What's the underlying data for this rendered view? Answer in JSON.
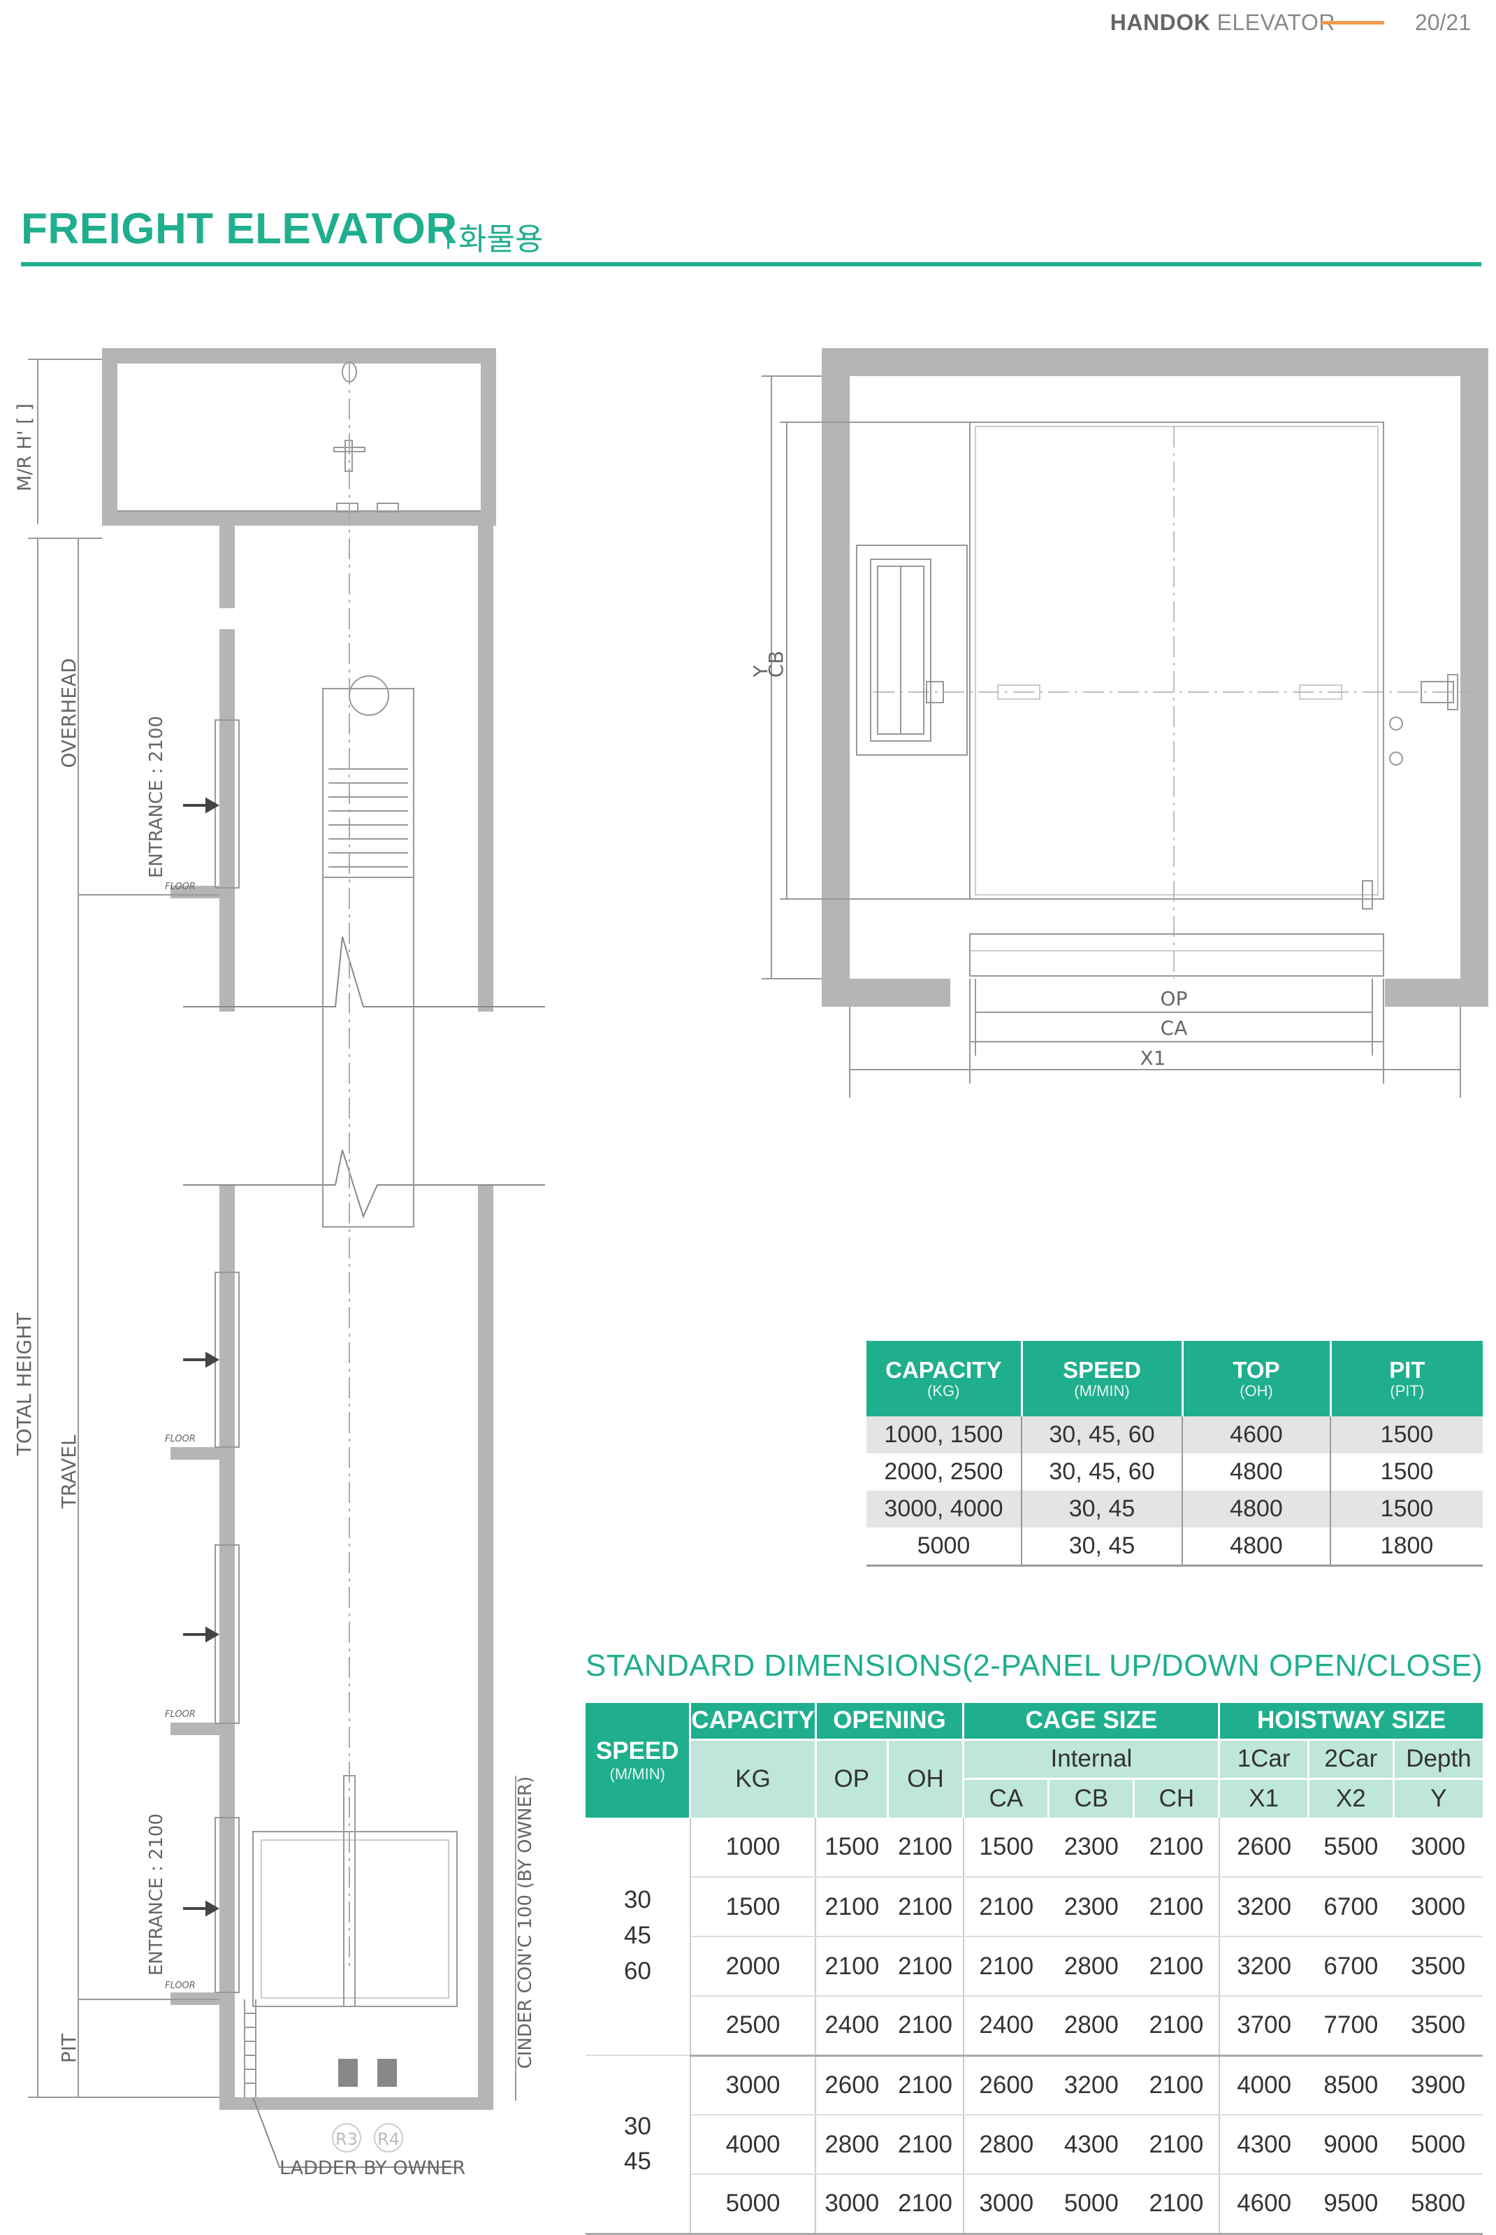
{
  "header": {
    "brand_bold": "HANDOK",
    "brand_light": "ELEVATOR",
    "page": "20/21"
  },
  "title": {
    "main": "FREIGHT ELEVATOR",
    "korean": "화물용"
  },
  "section_drawing": {
    "labels": {
      "mr_h": "M/R H' [    ]",
      "overhead": "OVERHEAD",
      "entrance_top": "ENTRANCE : 2100",
      "entrance_bottom": "ENTRANCE : 2100",
      "total_height": "TOTAL HEIGHT",
      "travel": "TRAVEL",
      "pit": "PIT",
      "floor": "FLOOR",
      "cinder": "CINDER CON'C 100 (BY OWNER)",
      "r3": "R3",
      "r4": "R4",
      "ladder": "LADDER BY OWNER"
    }
  },
  "plan_drawing": {
    "labels": {
      "y": "Y",
      "cb": "CB",
      "op": "OP",
      "ca": "CA",
      "x1": "X1"
    }
  },
  "speed_table": {
    "headers": [
      {
        "label": "CAPACITY",
        "sub": "(KG)"
      },
      {
        "label": "SPEED",
        "sub": "(M/MIN)"
      },
      {
        "label": "TOP",
        "sub": "(OH)"
      },
      {
        "label": "PIT",
        "sub": "(PIT)"
      }
    ],
    "rows": [
      [
        "1000, 1500",
        "30, 45, 60",
        "4600",
        "1500"
      ],
      [
        "2000, 2500",
        "30, 45, 60",
        "4800",
        "1500"
      ],
      [
        "3000, 4000",
        "30, 45",
        "4800",
        "1500"
      ],
      [
        "5000",
        "30, 45",
        "4800",
        "1800"
      ]
    ]
  },
  "std_table": {
    "title": "STANDARD DIMENSIONS(2-PANEL UP/DOWN OPEN/CLOSE)",
    "speed_header": {
      "label": "SPEED",
      "sub": "(M/MIN)"
    },
    "group_headers": {
      "capacity": "CAPACITY",
      "opening": "OPENING",
      "cage": "CAGE SIZE",
      "hoistway": "HOISTWAY SIZE"
    },
    "sub_headers": {
      "internal": "Internal",
      "car1": "1Car",
      "car2": "2Car",
      "depth": "Depth"
    },
    "col_headers": {
      "kg": "KG",
      "op": "OP",
      "oh": "OH",
      "ca": "CA",
      "cb": "CB",
      "ch": "CH",
      "x1": "X1",
      "x2": "X2",
      "y": "Y"
    },
    "groups": [
      {
        "speeds": [
          "30",
          "45",
          "60"
        ],
        "rows": [
          [
            "1000",
            "1500",
            "2100",
            "1500",
            "2300",
            "2100",
            "2600",
            "5500",
            "3000"
          ],
          [
            "1500",
            "2100",
            "2100",
            "2100",
            "2300",
            "2100",
            "3200",
            "6700",
            "3000"
          ],
          [
            "2000",
            "2100",
            "2100",
            "2100",
            "2800",
            "2100",
            "3200",
            "6700",
            "3500"
          ],
          [
            "2500",
            "2400",
            "2100",
            "2400",
            "2800",
            "2100",
            "3700",
            "7700",
            "3500"
          ]
        ]
      },
      {
        "speeds": [
          "30",
          "45"
        ],
        "rows": [
          [
            "3000",
            "2600",
            "2100",
            "2600",
            "3200",
            "2100",
            "4000",
            "8500",
            "3900"
          ],
          [
            "4000",
            "2800",
            "2100",
            "2800",
            "4300",
            "2100",
            "4300",
            "9000",
            "5000"
          ],
          [
            "5000",
            "3000",
            "2100",
            "3000",
            "5000",
            "2100",
            "4600",
            "9500",
            "5800"
          ]
        ]
      }
    ]
  }
}
